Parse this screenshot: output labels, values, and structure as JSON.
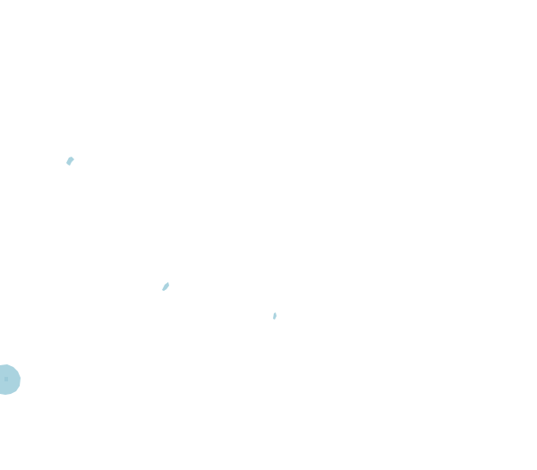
{
  "map": {
    "background_color": "#ffffff",
    "water_color": "#aad3df",
    "water_shadow_color": "#9ccad8",
    "features": [
      {
        "kind": "water",
        "name": "islet"
      },
      {
        "kind": "water",
        "name": "islet"
      },
      {
        "kind": "water",
        "name": "islet"
      },
      {
        "kind": "water",
        "name": "lake"
      }
    ]
  }
}
